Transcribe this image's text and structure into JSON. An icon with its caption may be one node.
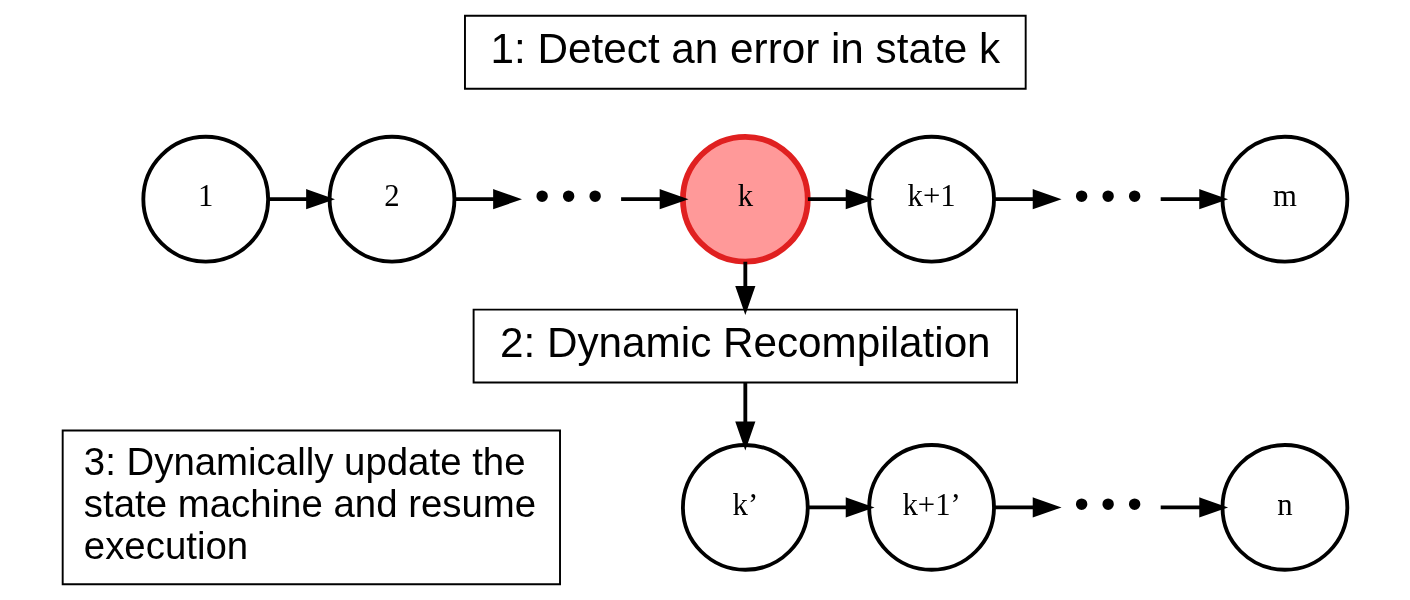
{
  "diagram": {
    "nodes": [
      {
        "text": [
          "1: Detect an error in state k"
        ]
      },
      {
        "text": [
          "1"
        ]
      },
      {
        "text": [
          "2"
        ]
      },
      {
        "text": [
          "• • •"
        ]
      },
      {
        "text": [
          "k"
        ]
      },
      {
        "text": [
          "k+1"
        ]
      },
      {
        "text": [
          "• • •"
        ]
      },
      {
        "text": [
          "m"
        ]
      },
      {
        "text": [
          "2: Dynamic Recompilation"
        ]
      },
      {
        "text": [
          "3: Dynamically update the state machine and resume execution"
        ]
      },
      {
        "text": [
          "k’"
        ]
      },
      {
        "text": [
          "k+1’"
        ]
      },
      {
        "text": [
          "• • •"
        ]
      },
      {
        "text": [
          "n"
        ]
      }
    ],
    "edges": [
      {
        "from": 1,
        "to": 2,
        "arrow": "to"
      },
      {
        "from": 2,
        "to": 3,
        "arrow": "to"
      },
      {
        "from": 3,
        "to": 4,
        "arrow": "to"
      },
      {
        "from": 4,
        "to": 5,
        "arrow": "to"
      },
      {
        "from": 5,
        "to": 6,
        "arrow": "to"
      },
      {
        "from": 6,
        "to": 7,
        "arrow": "to"
      },
      {
        "from": 4,
        "to": 8,
        "arrow": "to"
      },
      {
        "from": 8,
        "to": 10,
        "arrow": "to"
      },
      {
        "from": 10,
        "to": 11,
        "arrow": "to"
      },
      {
        "from": 11,
        "to": 12,
        "arrow": "to"
      },
      {
        "from": 12,
        "to": 13,
        "arrow": "to"
      }
    ]
  }
}
